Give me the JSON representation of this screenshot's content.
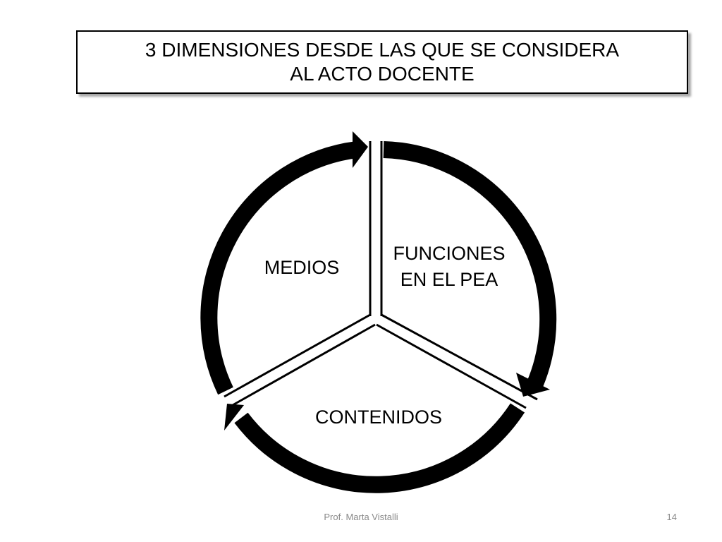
{
  "title": {
    "line1": "3 DIMENSIONES DESDE LAS QUE SE CONSIDERA",
    "line2": "AL ACTO DOCENTE"
  },
  "cycle": {
    "segments": [
      {
        "label_lines": [
          "FUNCIONES",
          "EN EL PEA"
        ]
      },
      {
        "label_lines": [
          "CONTENIDOS"
        ]
      },
      {
        "label_lines": [
          "MEDIOS"
        ]
      }
    ],
    "arrow_color": "#000000",
    "divider_color": "#000000"
  },
  "footer": {
    "author": "Prof. Marta Vistalli",
    "page_number": "14"
  }
}
